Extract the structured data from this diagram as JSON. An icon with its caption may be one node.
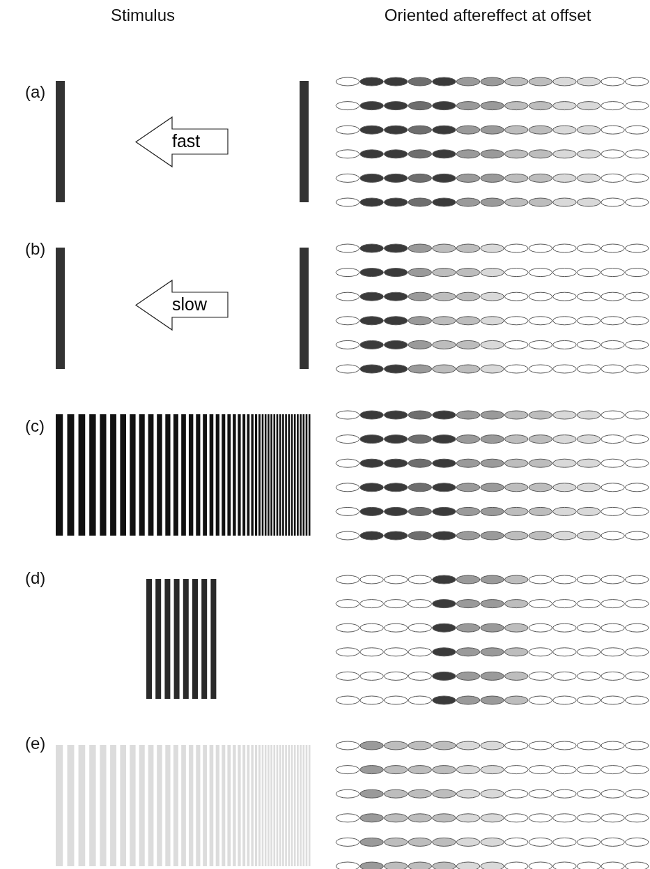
{
  "diagram": {
    "nodes": [
      {
        "text": [
          "fast"
        ]
      },
      {
        "text": [
          "slow"
        ]
      }
    ],
    "labels": [
      "Stimulus",
      "Oriented aftereffect at offset",
      "(a)",
      "(b)",
      "(c)",
      "(d)",
      "(e)"
    ]
  }
}
